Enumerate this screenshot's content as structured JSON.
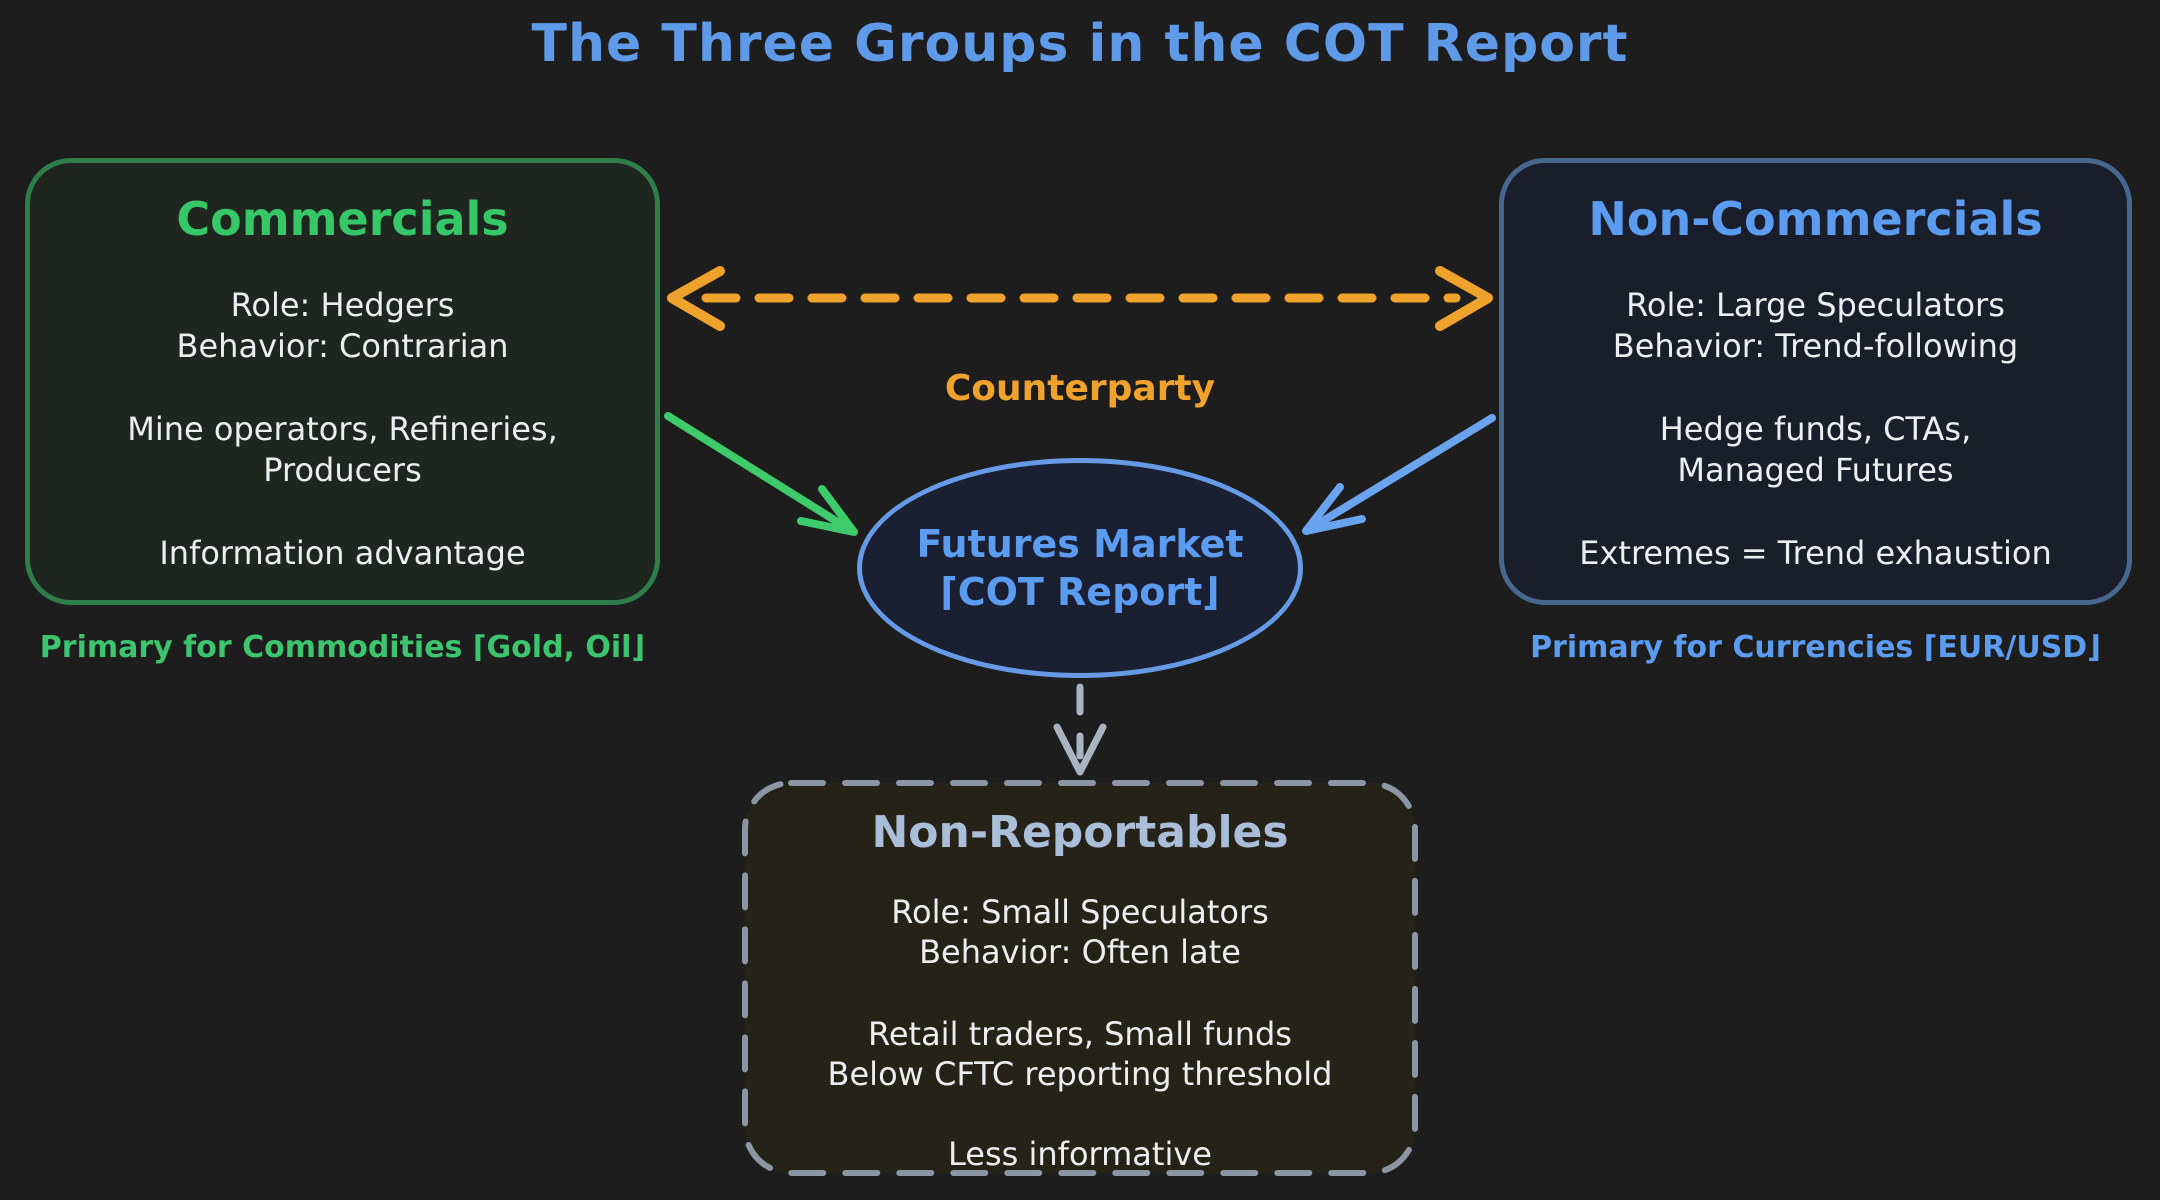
{
  "title": "The Three Groups in the COT Report",
  "commercials": {
    "title": "Commercials",
    "role": "Role: Hedgers",
    "behavior": "Behavior: Contrarian",
    "examples_line1": "Mine operators, Refineries,",
    "examples_line2": "Producers",
    "note": "Information advantage",
    "caption": "Primary for Commodities 「Gold, Oil」"
  },
  "non_commercials": {
    "title": "Non-Commercials",
    "role": "Role: Large Speculators",
    "behavior": "Behavior: Trend-following",
    "examples_line1": "Hedge funds, CTAs,",
    "examples_line2": "Managed Futures",
    "note": "Extremes = Trend exhaustion",
    "caption": "Primary for Currencies 「EUR/USD」"
  },
  "non_reportables": {
    "title": "Non-Reportables",
    "role": "Role: Small Speculators",
    "behavior": "Behavior: Often late",
    "examples_line1": "Retail traders, Small funds",
    "examples_line2": "Below CFTC reporting threshold",
    "note": "Less informative"
  },
  "center": {
    "ellipse_line1": "Futures Market",
    "ellipse_line2": "「COT Report」",
    "counterparty": "Counterparty"
  },
  "colors": {
    "background": "#1d1d1d",
    "title_blue": "#5f9ae8",
    "green_text": "#35c768",
    "green_border": "#2e7d4a",
    "green_caption": "#3cc46e",
    "blue_text": "#5b9cf0",
    "blue_border": "#46688f",
    "ellipse_border": "#669ae6",
    "orange_accent": "#f0a32c",
    "gray_arrow": "#a9b4c2",
    "gray_dashed_border": "#8b95a3",
    "nonreportables_title": "#aabdd9",
    "body_text": "#eceff1"
  }
}
